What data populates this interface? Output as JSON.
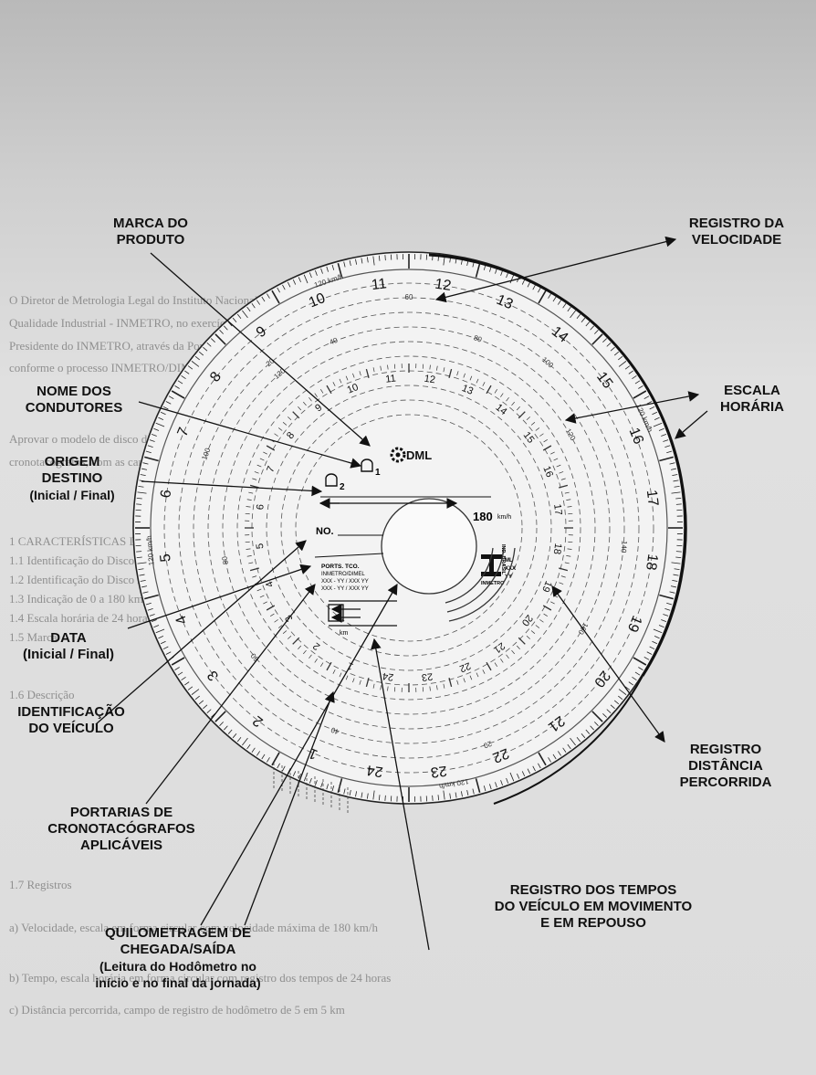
{
  "callouts": {
    "marca": [
      "MARCA DO",
      "PRODUTO"
    ],
    "velocidade": [
      "REGISTRO DA",
      "VELOCIDADE"
    ],
    "nome": [
      "NOME DOS",
      "CONDUTORES"
    ],
    "escala": [
      "ESCALA",
      "HORÁRIA"
    ],
    "origem": [
      "ORIGEM",
      "DESTINO",
      "(Inicial / Final)"
    ],
    "data": [
      "DATA",
      "(Inicial / Final)"
    ],
    "identificacao": [
      "IDENTIFICAÇÃO",
      "DO VEÍCULO"
    ],
    "distancia": [
      "REGISTRO",
      "DISTÂNCIA",
      "PERCORRIDA"
    ],
    "portarias": [
      "PORTARIAS DE",
      "CRONOTACÓGRAFOS",
      "APLICÁVEIS"
    ],
    "tempos": [
      "REGISTRO DOS TEMPOS",
      "DO VEÍCULO EM MOVIMENTO",
      "E EM REPOUSO"
    ],
    "quilometragem": [
      "QUILOMETRAGEM DE",
      "CHEGADA/SAÍDA",
      "(Leitura do Hodômetro no",
      "início e no final da jornada)"
    ]
  },
  "disc": {
    "brand": "DML",
    "speed_max": "180",
    "speed_unit": "km/h",
    "speed_ring_label": "120 km/h",
    "field_no": "NO.",
    "driver1_sub": "1",
    "driver2_sub": "2",
    "portarias": [
      "PORTS. TCO.",
      "INMETRO/DIMEL",
      "XXX - YY / XXX YY",
      "XXX - YY / XXX YY"
    ],
    "km_label": "km",
    "inmetro_box": [
      "ML",
      "XXX",
      "YY"
    ],
    "inmetro_label": "INMETRO",
    "ind_brasil": "IND. BRASIL",
    "hours": [
      "24",
      "1",
      "2",
      "3",
      "4",
      "5",
      "6",
      "7",
      "8",
      "9",
      "10",
      "11",
      "12",
      "13",
      "14",
      "15",
      "16",
      "17",
      "18",
      "19",
      "20",
      "21",
      "22",
      "23"
    ],
    "speed_ticks": [
      "20",
      "40",
      "60",
      "80",
      "100",
      "120",
      "140",
      "160"
    ]
  },
  "background_text": [
    "O Diretor de Metrologia Legal do Instituto Nacional de Metrologia, Normalização e",
    "Qualidade Industrial - INMETRO, no exercício da delegação de competência que lhe foi",
    "Presidente do INMETRO, através da Portaria INMETRO nº 257, de 12 de novembro de 1991,",
    "conforme o processo INMETRO/DIMEL",
    "Aprovar o modelo de disco diagrama DML, para uso em",
    "cronotacógrafos, com as características abaixo especificadas",
    "1 CARACTERÍSTICAS DO MODELO",
    "1.1 Identificação do Disco Inicial / Final",
    "1.2 Identificação do Disco Nome",
    "1.3 Indicação de 0 a 180 km/h",
    "1.4 Escala horária de 24 horas",
    "1.5 Marca",
    "1.6 Descrição",
    "1.7 Registros",
    "a) Velocidade, escala em forma circular com velocidade máxima de 180 km/h",
    "b) Tempo, escala horária em forma circular com registro dos tempos de 24 horas",
    "c) Distância percorrida, campo de registro de hodômetro de 5 em 5 km"
  ]
}
